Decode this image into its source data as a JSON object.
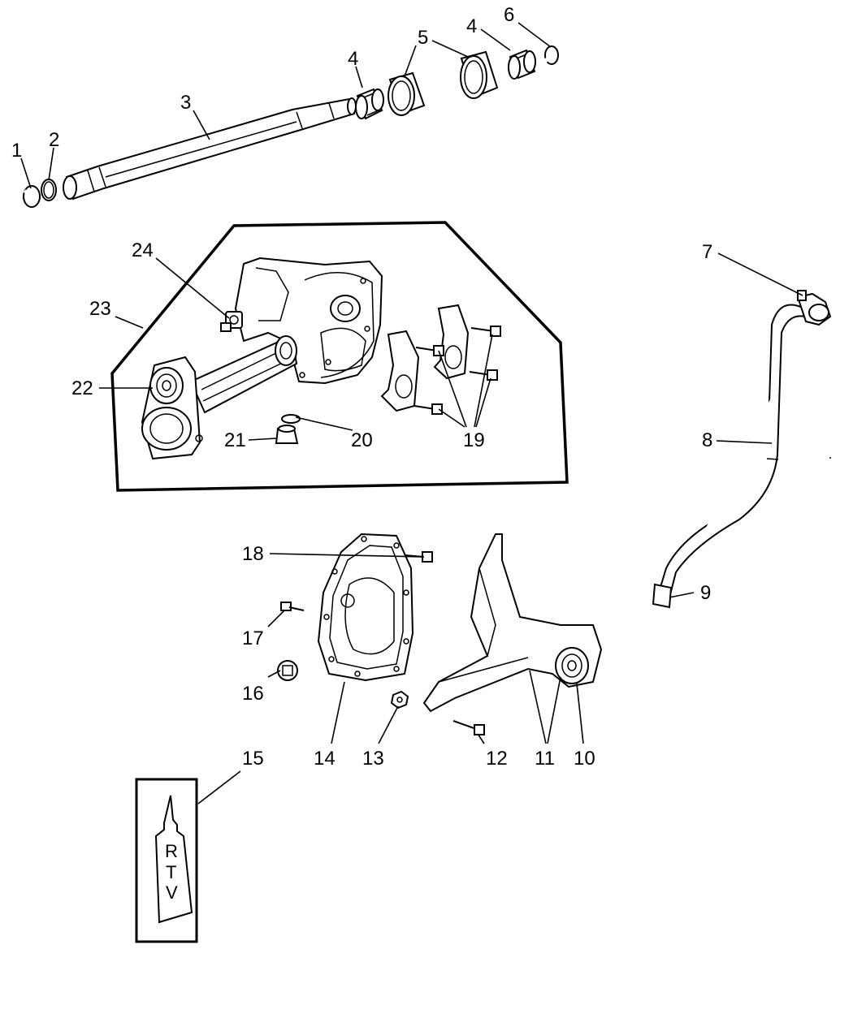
{
  "diagram": {
    "callouts": {
      "c1": "1",
      "c2": "2",
      "c3": "3",
      "c4a": "4",
      "c4b": "4",
      "c5": "5",
      "c6": "6",
      "c7": "7",
      "c8": "8",
      "c9": "9",
      "c10": "10",
      "c11": "11",
      "c12": "12",
      "c13": "13",
      "c14": "14",
      "c15": "15",
      "c16": "16",
      "c17": "17",
      "c18": "18",
      "c19": "19",
      "c20": "20",
      "c21": "21",
      "c22": "22",
      "c23": "23",
      "c24": "24"
    },
    "sealant_tube": {
      "letters": [
        "R",
        "T",
        "V"
      ]
    }
  }
}
